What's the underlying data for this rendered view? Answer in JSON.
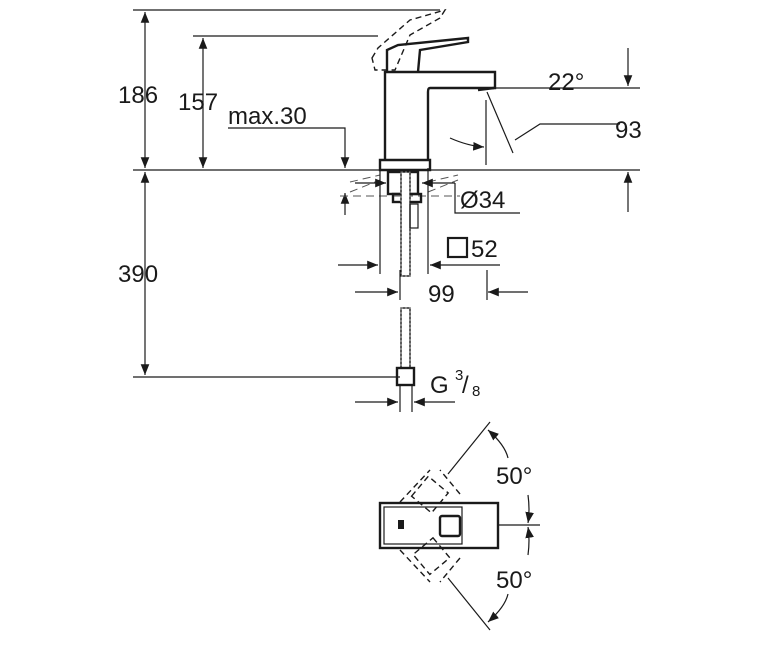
{
  "dimensions": {
    "height_total": "186",
    "height_spout": "157",
    "max_thickness": "max.30",
    "spout_angle": "22°",
    "spout_height": "93",
    "hole_diameter": "Ø34",
    "base_square": "52",
    "projection": "99",
    "hose_length": "390",
    "connection_g": "G",
    "connection_num": "3",
    "connection_den": "8",
    "rotation_left": "50°",
    "rotation_right": "50°"
  }
}
